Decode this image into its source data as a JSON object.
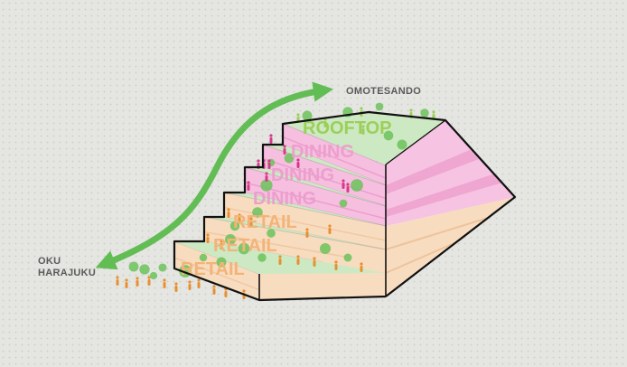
{
  "places": {
    "top": "OMOTESANDO",
    "bottom_line1": "OKU",
    "bottom_line2": "HARAJUKU"
  },
  "tiers": [
    {
      "label": "ROOFTOP",
      "type": "rooftop"
    },
    {
      "label": "DINING",
      "type": "dining"
    },
    {
      "label": "DINING",
      "type": "dining"
    },
    {
      "label": "DINING",
      "type": "dining"
    },
    {
      "label": "RETAIL",
      "type": "retail"
    },
    {
      "label": "RETAIL",
      "type": "retail"
    },
    {
      "label": "RETAIL",
      "type": "retail"
    }
  ],
  "colors": {
    "arrow": "#5dbb4e",
    "terrace": "#cde9c3",
    "dining": "#f6bfe0",
    "dining_stripe": "#ee9fcd",
    "retail": "#f8dcc0",
    "retail_stripe": "#f0c9a3",
    "rooftop_label": "#9ccf5a",
    "dining_label": "#ec9fcd",
    "retail_label": "#f2b478",
    "people_retail": "#e8902f",
    "people_dining": "#d63a8a",
    "tree": "#6cc25a"
  }
}
